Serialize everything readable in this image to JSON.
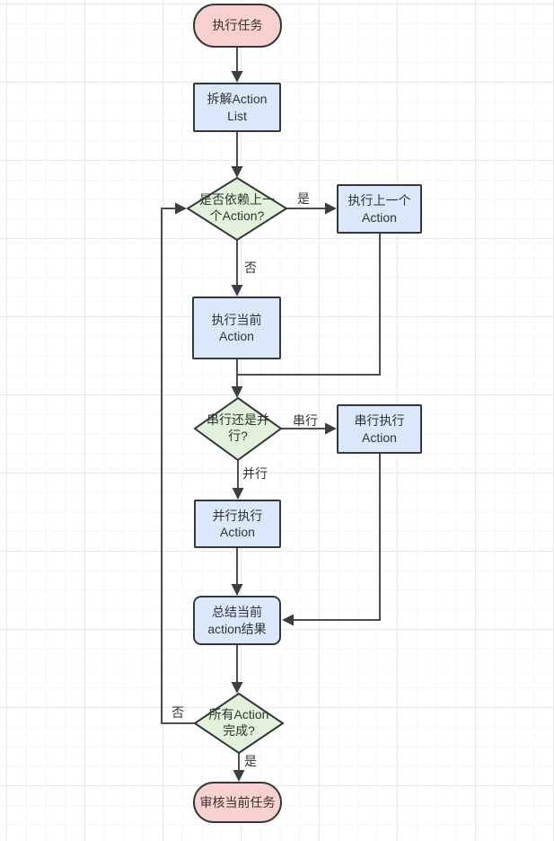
{
  "diagram": {
    "type": "flowchart",
    "nodes": {
      "start": {
        "label": "执行任务",
        "shape": "terminator",
        "fill": "#f8d0cd"
      },
      "decompose": {
        "label": "拆解Action\nList",
        "shape": "process",
        "fill": "#dbe8fb"
      },
      "depends_decision": {
        "label": "是否依赖上一\n个Action?",
        "shape": "decision",
        "fill": "#e2f1da"
      },
      "exec_prev": {
        "label": "执行上一个\nAction",
        "shape": "process",
        "fill": "#dbe8fb"
      },
      "exec_current": {
        "label": "执行当前\nAction",
        "shape": "process",
        "fill": "#dbe8fb"
      },
      "mode_decision": {
        "label": "串行还是并\n行?",
        "shape": "decision",
        "fill": "#e2f1da"
      },
      "serial_exec": {
        "label": "串行执行\nAction",
        "shape": "process",
        "fill": "#dbe8fb"
      },
      "parallel_exec": {
        "label": "并行执行\nAction",
        "shape": "process",
        "fill": "#dbe8fb"
      },
      "summarize": {
        "label": "总结当前\naction结果",
        "shape": "process-rounded",
        "fill": "#dbe8fb"
      },
      "all_done_decision": {
        "label": "所有Action\n完成?",
        "shape": "decision",
        "fill": "#e2f1da"
      },
      "end": {
        "label": "审核当前任务",
        "shape": "terminator",
        "fill": "#f8d0cd"
      }
    },
    "edge_labels": {
      "depends_yes": "是",
      "depends_no": "否",
      "mode_serial": "串行",
      "mode_parallel": "并行",
      "done_no": "否",
      "done_yes": "是"
    },
    "colors": {
      "node_border": "#33383d",
      "connector": "#4a4e53",
      "arrowhead": "#3b3f44",
      "text": "#333333",
      "terminator_fill": "#f8d0cd",
      "process_fill": "#dbe8fb",
      "decision_fill": "#e2f1da",
      "grid_line": "#e9e9e9"
    }
  }
}
